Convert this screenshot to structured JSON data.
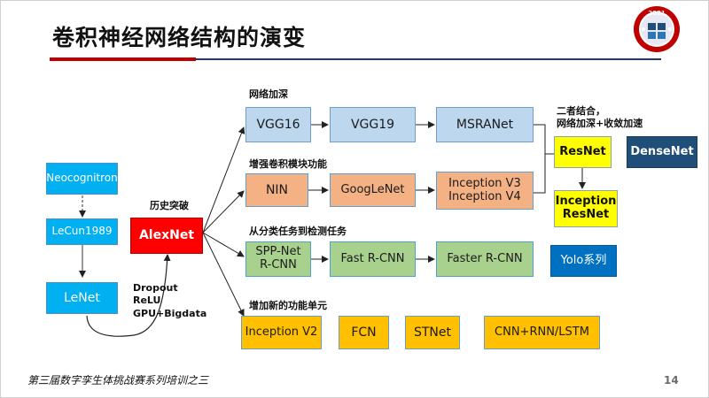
{
  "title": "卷积神经网络结构的演变",
  "logo": {
    "year": "2021"
  },
  "sections": {
    "deepen": "网络加深",
    "enhance": "增强卷积模块功能",
    "detection": "从分类任务到检测任务",
    "new_units": "增加新的功能单元",
    "breakthrough": "历史突破",
    "combined_line1": "二者结合，",
    "combined_line2": "网络加深+收敛加速"
  },
  "history": {
    "neocognitron": "Neocognitron",
    "lecun": "LeCun1989",
    "lenet": "LeNet",
    "alexnet": "AlexNet",
    "alexnet_notes": [
      "Dropout",
      "ReLU",
      "GPU+Bigdata"
    ]
  },
  "deepen_nodes": [
    "VGG16",
    "VGG19",
    "MSRANet"
  ],
  "enhance_nodes": {
    "nin": "NIN",
    "googlenet": "GoogLeNet",
    "inception_v3": "Inception V3",
    "inception_v4": "Inception V4"
  },
  "combined_nodes": {
    "resnet": "ResNet",
    "inception_resnet_1": "Inception",
    "inception_resnet_2": "ResNet",
    "densenet": "DenseNet"
  },
  "detection_nodes": {
    "spp_1": "SPP-Net",
    "spp_2": "R-CNN",
    "fast": "Fast R-CNN",
    "faster": "Faster R-CNN",
    "yolo": "Yolo系列"
  },
  "new_unit_nodes": [
    "Inception V2",
    "FCN",
    "STNet",
    "CNN+RNN/LSTM"
  ],
  "footer": "第三届数字孪生体挑战赛系列培训之三",
  "page_number": "14",
  "colors": {
    "accent_red": "#c00000",
    "rule_blue": "#1f3864",
    "cyan": "#00b0f0",
    "light_blue": "#bdd7ee",
    "orange": "#f4b183",
    "green": "#a9d18e",
    "yellow": "#ffff00",
    "gold": "#ffc000",
    "red": "#ff0000",
    "navy": "#1f4e79",
    "blue": "#0070c0"
  }
}
